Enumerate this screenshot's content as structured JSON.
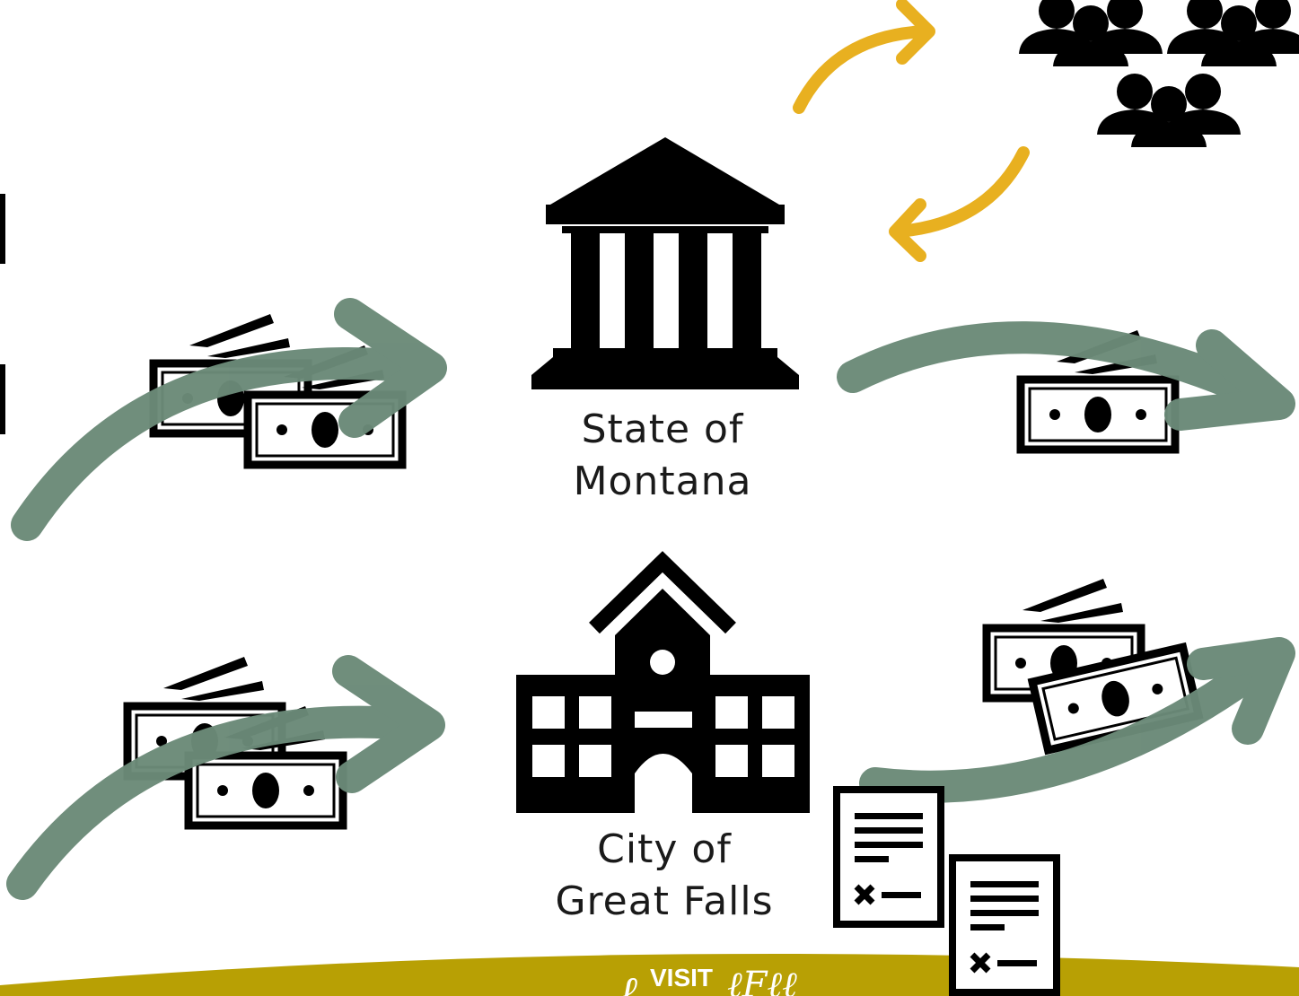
{
  "labels": {
    "state_line1": "State of",
    "state_line2": "Montana",
    "city_line1": "City of",
    "city_line2": "Great Falls"
  },
  "footer": {
    "logo_text": "VISIT"
  },
  "colors": {
    "background": "#ffffff",
    "icon": "#000000",
    "green_arrow": "#6b8a78",
    "gold_arrow": "#e8b020",
    "footer_band": "#b8a004"
  },
  "icons": [
    "government-building-icon",
    "city-hall-icon",
    "people-group-icon",
    "money-stack-icon",
    "money-bill-icon",
    "document-icon",
    "cycle-arrow-icon",
    "flow-arrow-icon"
  ]
}
